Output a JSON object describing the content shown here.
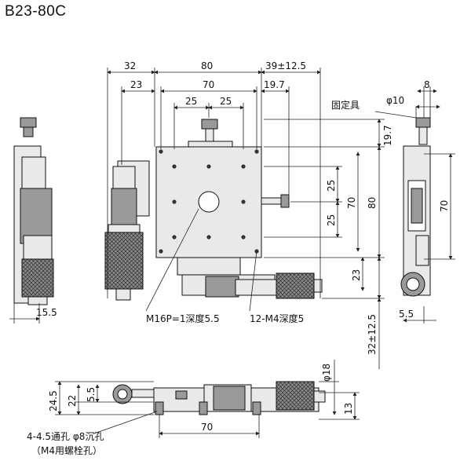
{
  "title": "B23-80C",
  "dims": {
    "d32": "32",
    "d80": "80",
    "d39": "39±12.5",
    "d23": "23",
    "d70": "70",
    "d19_7": "19.7",
    "d25a": "25",
    "d25b": "25",
    "d8": "8",
    "d10": "φ10",
    "fixture": "固定具",
    "r19_7": "19.7",
    "r25a": "25",
    "r25b": "25",
    "r70": "70",
    "r80": "80",
    "r23": "23",
    "r32": "32±12.5",
    "side70": "70",
    "d15_5": "15.5",
    "d5_5": "5.5",
    "m16": "M16P=1深度5.5",
    "m4": "12-M4深度5",
    "b24_5": "24.5",
    "b22": "22",
    "b5_5": "5.5",
    "b70": "70",
    "b18": "φ18",
    "b13": "13",
    "note1": "4-4.5通孔 φ8沉孔",
    "note2": "（M4用螺栓孔）"
  }
}
